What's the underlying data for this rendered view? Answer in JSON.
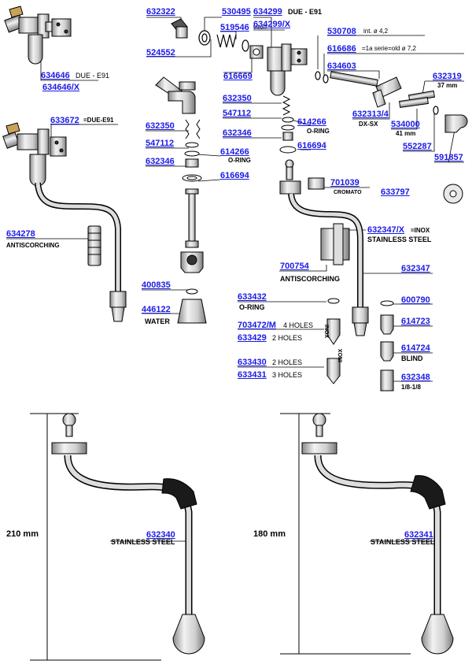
{
  "parts": {
    "p634646": "634646",
    "p634646_note": "DUE - E91",
    "p634646x": "634646/X",
    "p633672": "633672",
    "p633672_note": "=DUE-E91",
    "p634278": "634278",
    "p634278_note": "ANTISCORCHING",
    "p632322": "632322",
    "p530495": "530495",
    "p519546": "519546",
    "p519546_note": "viton",
    "p524552": "524552",
    "p616669": "616669",
    "p634299": "634299",
    "p634299_note": "DUE - E91",
    "p634299x": "634299/X",
    "p530708": "530708",
    "p530708_note": "int. ø 4,2",
    "p616686": "616686",
    "p616686_note": "=1a serie=old ø 7,2",
    "p634603": "634603",
    "p632319": "632319",
    "p632319_note": "37 mm",
    "p632313": "632313/4",
    "p632313_note": "DX-SX",
    "p534000": "534000",
    "p534000_note": "41 mm",
    "p552287": "552287",
    "p591857": "591857",
    "p632350a": "632350",
    "p632350b": "632350",
    "p547112a": "547112",
    "p547112b": "547112",
    "p614266a": "614266",
    "p614266a_note": "O-RING",
    "p614266b": "614266",
    "p614266b_note": "O-RING",
    "p632346a": "632346",
    "p632346b": "632346",
    "p616694a": "616694",
    "p616694b": "616694",
    "p701039": "701039",
    "p701039_note": "CROMATO",
    "p633797": "633797",
    "p632347x": "632347/X",
    "p632347x_note1": "=INOX",
    "p632347x_note2": "STAINLESS STEEL",
    "p700754": "700754",
    "p700754_note": "ANTISCORCHING",
    "p632347": "632347",
    "p400835": "400835",
    "p446122": "446122",
    "p446122_note": "WATER",
    "p633432": "633432",
    "p633432_note": "O-RING",
    "p600790": "600790",
    "p703472m": "703472/M",
    "p703472m_note": "4 HOLES",
    "p633429": "633429",
    "p633429_note": "2 HOLES",
    "p614723": "614723",
    "p614724": "614724",
    "p614724_note": "BLIND",
    "p633430": "633430",
    "p633430_note": "2 HOLES",
    "p633431": "633431",
    "p633431_note": "3 HOLES",
    "p632348": "632348",
    "p632348_note": "1/8-1/8",
    "p632340": "632340",
    "p632340_note": "STAINLESS STEEL",
    "p632341": "632341",
    "p632341_note": "STAINLESS STEEL",
    "inox_a": "INOX",
    "inox_b": "INOX"
  },
  "dimensions": {
    "left": "210 mm",
    "right": "180 mm"
  },
  "colors": {
    "link": "#1a1ae6",
    "line": "#000000",
    "part_fill": "#ffffff",
    "part_stroke": "#000000",
    "shade": "#bdbdbd",
    "dark": "#1a1a1a"
  }
}
